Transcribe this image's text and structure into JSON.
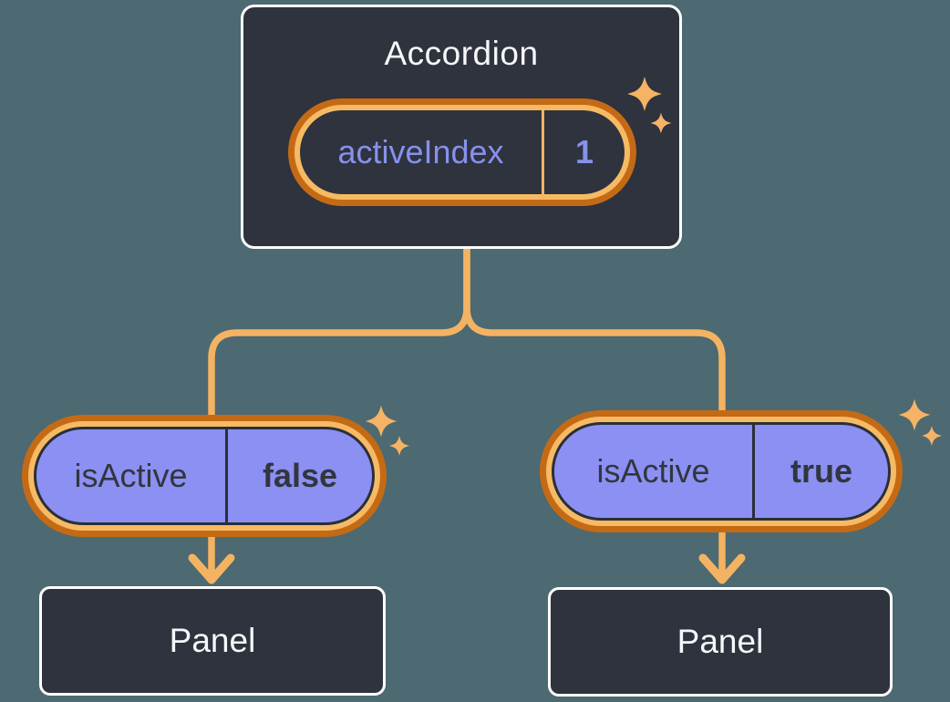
{
  "diagram": {
    "description": "Component tree: Accordion holding state, passing isActive prop down to two Panels",
    "background_color": "#4D6971",
    "colors": {
      "node_fill": "#2E333D",
      "node_border": "#FFFFFF",
      "node_text": "#F6F7F9",
      "connector": "#F4B362",
      "ring_outer": "#C46A15",
      "ring_inner": "#F7BA64",
      "pill_fill": "#8C90F2",
      "pill_dark": "#2A2F38",
      "pill_dark_text": "#31363F",
      "state_text": "#8791EC",
      "sparkle": "#F6B366"
    },
    "root": {
      "title": "Accordion",
      "state": {
        "name": "activeIndex",
        "value": "1"
      }
    },
    "children": [
      {
        "prop": {
          "name": "isActive",
          "value": "false"
        },
        "panel_label": "Panel"
      },
      {
        "prop": {
          "name": "isActive",
          "value": "true"
        },
        "panel_label": "Panel"
      }
    ]
  }
}
